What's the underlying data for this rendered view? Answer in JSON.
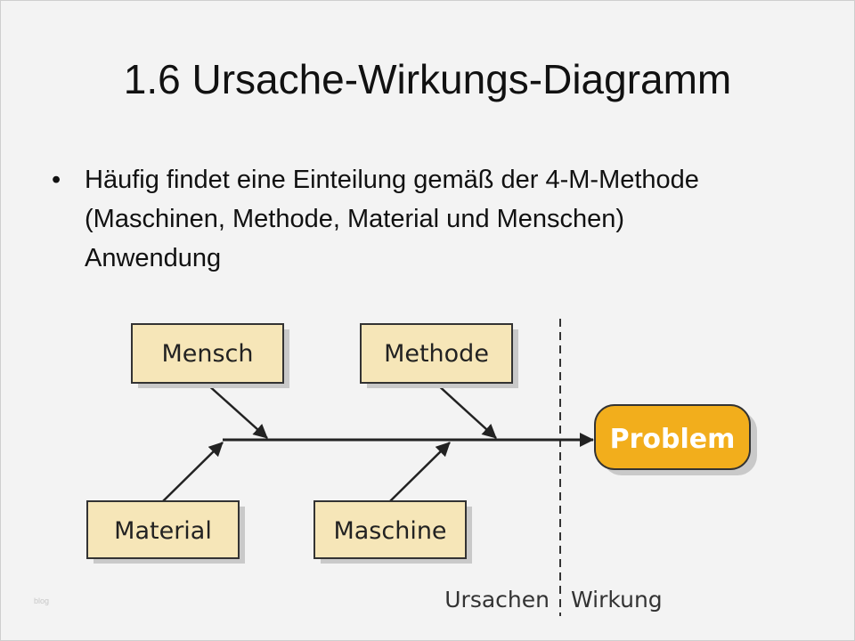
{
  "title": "1.6 Ursache-Wirkungs-Diagramm",
  "bullet": {
    "marker": "•",
    "text": "Häufig findet eine Einteilung gemäß der 4-M-Methode (Maschinen, Methode, Material und Menschen) Anwendung"
  },
  "diagram": {
    "causes": {
      "mensch": "Mensch",
      "methode": "Methode",
      "material": "Material",
      "maschine": "Maschine"
    },
    "effect": "Problem",
    "left_label": "Ursachen",
    "right_label": "Wirkung",
    "colors": {
      "cause_fill": "#f6e6b8",
      "effect_fill": "#f2ae1c",
      "line": "#222222"
    }
  },
  "watermark": "blog"
}
